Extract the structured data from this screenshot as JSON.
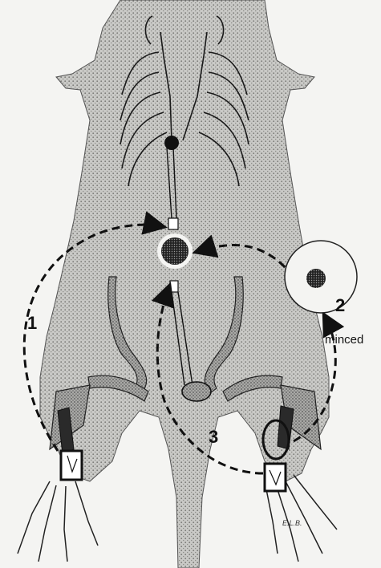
{
  "figure": {
    "labels": {
      "route_1": "1",
      "route_2": "2",
      "route_3": "3",
      "minced": "minced"
    },
    "artist_initials": "E.L.B."
  }
}
